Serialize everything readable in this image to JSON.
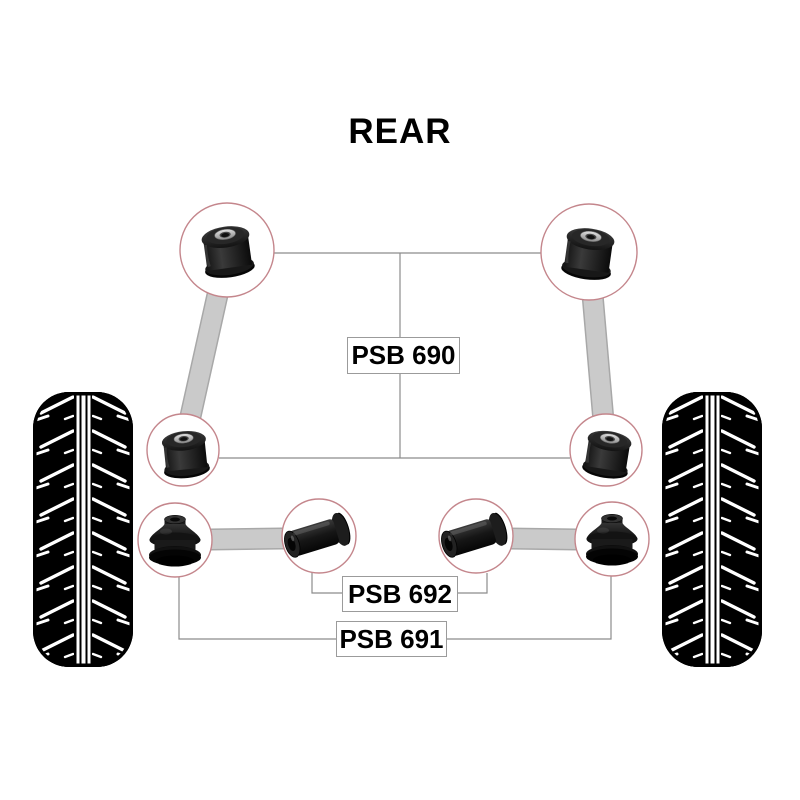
{
  "diagram": {
    "title": "REAR",
    "labels": {
      "psb690": "PSB 690",
      "psb692": "PSB 692",
      "psb691": "PSB 691"
    },
    "parts": [
      {
        "label": "PSB 690",
        "icon": "sleeve-bushing-icon",
        "visible_count": 4
      },
      {
        "label": "PSB 692",
        "icon": "flanged-sleeve-bushing-icon",
        "visible_count": 2
      },
      {
        "label": "PSB 691",
        "icon": "dome-bushing-icon",
        "visible_count": 2
      }
    ],
    "icons": [
      "tire-tread-icon",
      "sleeve-bushing-icon",
      "flanged-sleeve-bushing-icon",
      "dome-bushing-icon",
      "trailing-arm-bar",
      "callout-circle"
    ],
    "colors": {
      "background": "#ffffff",
      "text": "#000000",
      "callout_ring": "#c4868c",
      "arm_fill": "#cacaca",
      "arm_edge": "#a8a8a8",
      "leader_line": "#8c8c8c",
      "box_border": "#9b9b9b",
      "tire": "#000000",
      "tread": "#ffffff"
    }
  }
}
